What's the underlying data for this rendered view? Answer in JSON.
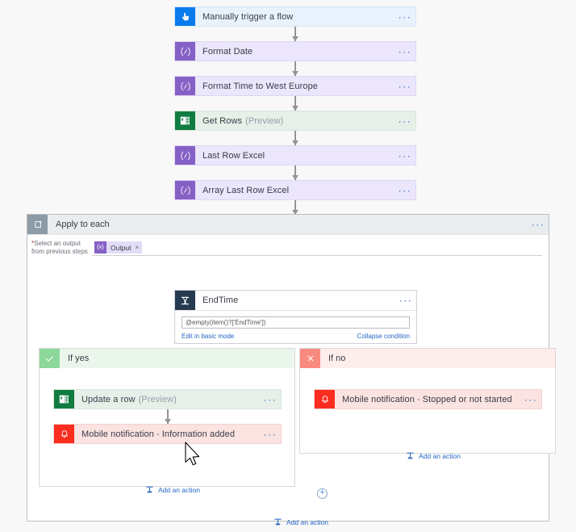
{
  "flow": {
    "steps": [
      {
        "name": "Manually trigger a flow",
        "suffix": "",
        "type": "blue",
        "icon": "manual-trigger-icon",
        "menu": "···"
      },
      {
        "name": "Format Date",
        "suffix": "",
        "type": "purple",
        "icon": "expression-icon",
        "menu": "···"
      },
      {
        "name": "Format Time to West Europe",
        "suffix": "",
        "type": "purple",
        "icon": "expression-icon",
        "menu": "···"
      },
      {
        "name": "Get Rows",
        "suffix": "(Preview)",
        "type": "green",
        "icon": "excel-icon",
        "menu": "···"
      },
      {
        "name": "Last Row Excel",
        "suffix": "",
        "type": "purple",
        "icon": "expression-icon",
        "menu": "···"
      },
      {
        "name": "Array Last Row Excel",
        "suffix": "",
        "type": "purple",
        "icon": "expression-icon",
        "menu": "···"
      }
    ]
  },
  "scope": {
    "title": "Apply to each",
    "icon": "loop-icon",
    "menu": "···",
    "picker": {
      "required_marker": "*",
      "label_line1": "Select an output",
      "label_line2": "from previous steps",
      "token": {
        "icon_glyph": "{x}",
        "label": "Output",
        "remove_glyph": "×"
      }
    },
    "add_step_plus": "+"
  },
  "condition": {
    "title": "EndTime",
    "icon": "condition-icon",
    "menu": "···",
    "expression": "@empty(item()?['EndTime'])",
    "edit_basic_link": "Edit in basic mode",
    "collapse_link": "Collapse condition"
  },
  "branches": {
    "yes": {
      "title": "If yes",
      "icon": "check-icon",
      "actions": [
        {
          "name": "Update a row",
          "suffix": "(Preview)",
          "detail": "",
          "type": "green",
          "icon": "excel-icon",
          "menu": "···"
        },
        {
          "name": "Mobile notification",
          "suffix": "",
          "detail": "Information added",
          "type": "red",
          "icon": "bell-icon",
          "menu": "···"
        }
      ],
      "add_action": "Add an action"
    },
    "no": {
      "title": "If no",
      "icon": "x-icon",
      "actions": [
        {
          "name": "Mobile notification",
          "suffix": "",
          "detail": "Stopped or not started",
          "type": "red",
          "icon": "bell-icon",
          "menu": "···"
        }
      ],
      "add_action": "Add an action"
    }
  },
  "scope_footer": {
    "add_action": "Add an action"
  },
  "colors": {
    "trigger_blue": "#0a7bed",
    "expression_purple": "#8661c5",
    "excel_green": "#107c41",
    "notification_red": "#fa2d1f",
    "yes_green": "#8cd79a",
    "no_red": "#f98b7e",
    "link_blue": "#2266c7",
    "canvas_bg": "#f8f8f8"
  }
}
